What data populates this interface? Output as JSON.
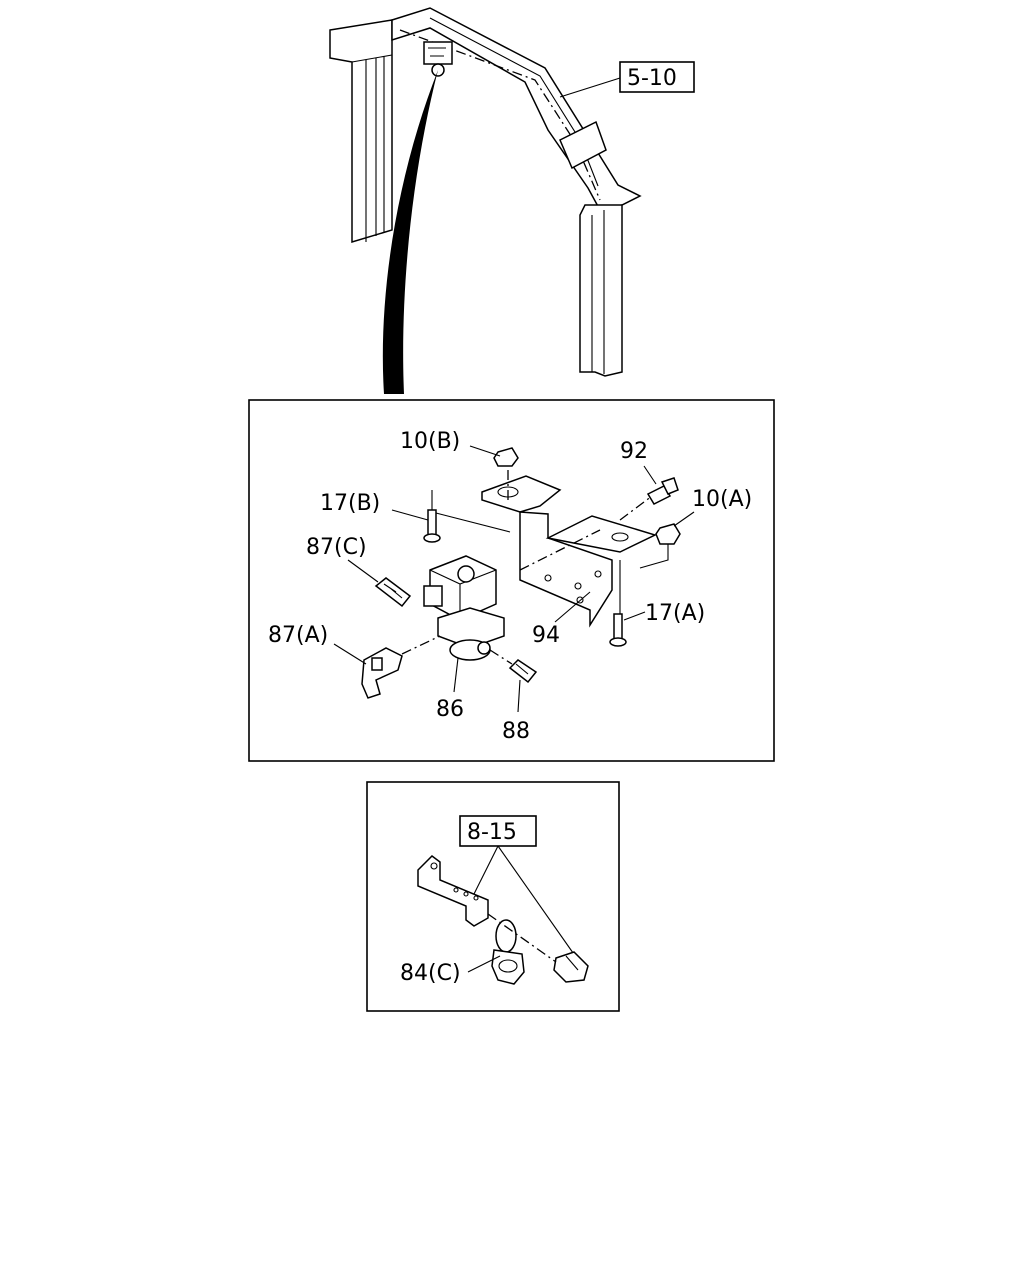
{
  "references": {
    "frame_ref": "5-10",
    "bracket_ref": "8-15"
  },
  "callouts": {
    "nut_b": "10(B)",
    "bolt_92": "92",
    "nut_a": "10(A)",
    "bolt_b": "17(B)",
    "fitting_c": "87(C)",
    "elbow_a": "87(A)",
    "bracket_94": "94",
    "bolt_a": "17(A)",
    "valve_86": "86",
    "fitting_88": "88",
    "clip_c": "84(C)"
  }
}
